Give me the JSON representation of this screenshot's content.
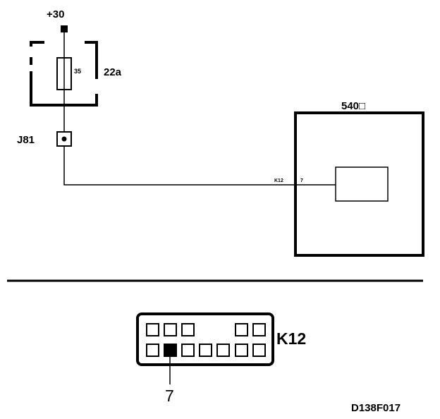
{
  "supply": {
    "label": "+30"
  },
  "fuse": {
    "id": "22a",
    "rating": "35"
  },
  "junction": {
    "label": "J81"
  },
  "module": {
    "label": "540□"
  },
  "connection": {
    "connector": "K12",
    "pin": "7"
  },
  "connector_view": {
    "name": "K12",
    "highlighted_pin": "7"
  },
  "document": {
    "id": "D138F017"
  }
}
